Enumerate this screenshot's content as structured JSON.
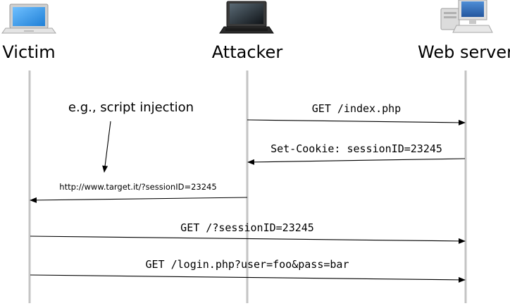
{
  "actors": {
    "victim": {
      "label": "Victim",
      "icon": "laptop-icon"
    },
    "attacker": {
      "label": "Attacker",
      "icon": "laptop-icon"
    },
    "server": {
      "label": "Web server",
      "icon": "desktop-computer-icon"
    }
  },
  "messages": [
    {
      "label": "GET /index.php",
      "from": "attacker",
      "to": "server"
    },
    {
      "label": "Set-Cookie: sessionID=23245",
      "from": "server",
      "to": "attacker"
    },
    {
      "label": "http://www.target.it/?sessionID=23245",
      "from": "attacker",
      "to": "victim"
    },
    {
      "label": "GET /?sessionID=23245",
      "from": "victim",
      "to": "server"
    },
    {
      "label": "GET /login.php?user=foo&pass=bar",
      "from": "victim",
      "to": "server"
    }
  ],
  "note": {
    "label": "e.g., script injection"
  },
  "colors": {
    "lifeline": "#c4c4c4",
    "laptop_screen": "#3a9ae6",
    "laptop_body": "#d9d9d9",
    "attacker_laptop": "#2b2b2b",
    "server_screen": "#3c6fb8",
    "server_case": "#d4d4d4"
  }
}
